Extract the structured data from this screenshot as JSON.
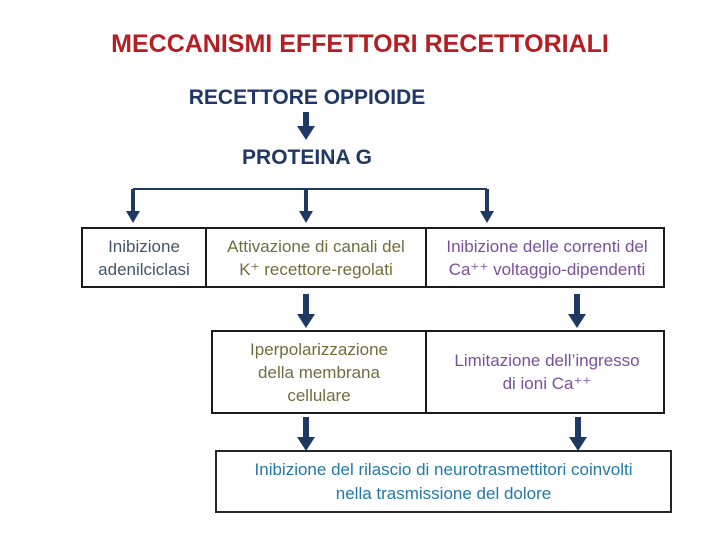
{
  "slide": {
    "title": "MECCANISMI EFFETTORI RECETTORIALI",
    "colors": {
      "title_red": "#B51E23",
      "arrow_navy": "#1F3864",
      "box_border": "#1A1A1A",
      "text_slate": "#44546A",
      "text_olive": "#6E6E3F",
      "text_purple": "#7C4F9E",
      "text_teal_blue": "#2578A8"
    },
    "flow": {
      "receptor": "RECETTORE OPPIOIDE",
      "protein": "PROTEINA G",
      "row1": {
        "box_adenilciclasi": {
          "lines": [
            "Inibizione",
            "adenilciclasi"
          ]
        },
        "box_canali_k": {
          "lines": [
            "Attivazione di canali del",
            "K⁺ recettore-regolati"
          ]
        },
        "box_correnti_ca": {
          "lines": [
            "Inibizione delle correnti del",
            "Ca⁺⁺ voltaggio-dipendenti"
          ]
        }
      },
      "row2": {
        "box_iperpolarizzazione": {
          "lines": [
            "Iperpolarizzazione",
            "della membrana",
            "cellulare"
          ]
        },
        "box_limitazione_ca": {
          "lines": [
            "Limitazione dell’ingresso",
            "di ioni Ca⁺⁺"
          ]
        }
      },
      "outcome": {
        "lines": [
          "Inibizione del rilascio di neurotrasmettitori coinvolti",
          "nella trasmissione del dolore"
        ]
      }
    }
  }
}
